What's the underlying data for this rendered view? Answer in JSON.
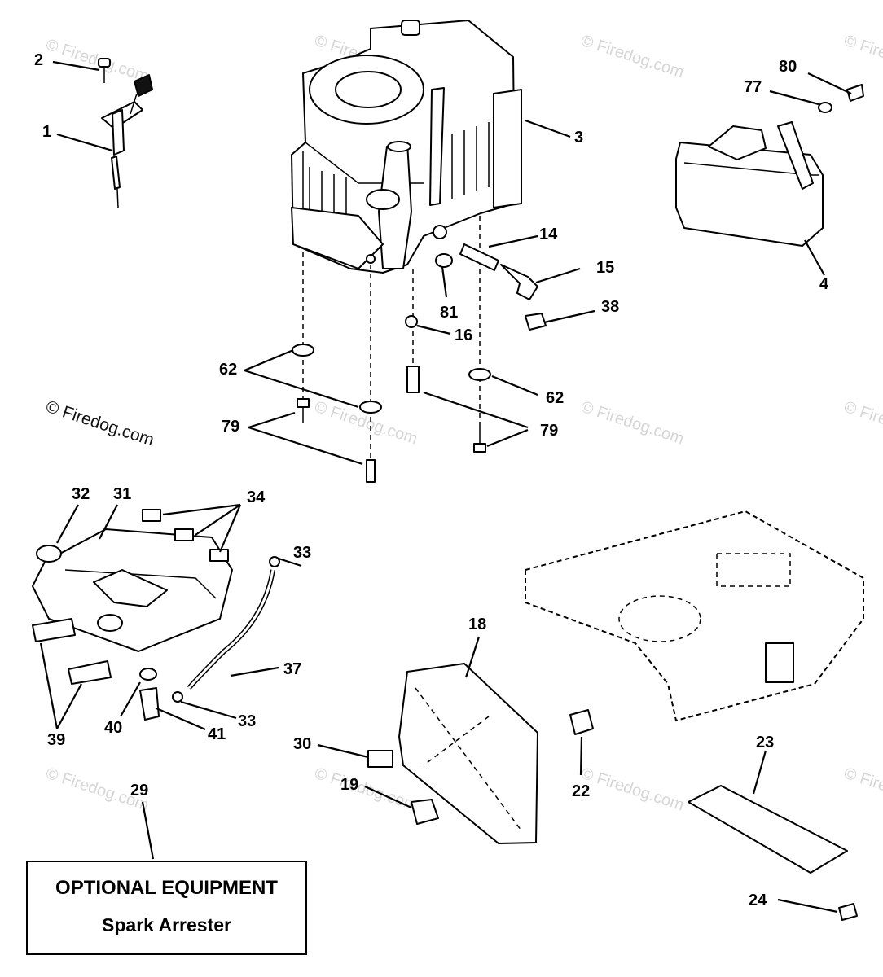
{
  "callouts": {
    "c1": "1",
    "c2": "2",
    "c3": "3",
    "c4": "4",
    "c14": "14",
    "c15": "15",
    "c16": "16",
    "c18": "18",
    "c19": "19",
    "c22": "22",
    "c23": "23",
    "c24": "24",
    "c29": "29",
    "c30": "30",
    "c31": "31",
    "c32": "32",
    "c33a": "33",
    "c33b": "33",
    "c34": "34",
    "c37": "37",
    "c38": "38",
    "c39": "39",
    "c40": "40",
    "c41": "41",
    "c62a": "62",
    "c62b": "62",
    "c77": "77",
    "c79a": "79",
    "c79b": "79",
    "c80": "80",
    "c81": "81"
  },
  "watermark": {
    "text": "© Firedog.com",
    "main_text": "© Firedog.com"
  },
  "optional_box": {
    "title": "OPTIONAL EQUIPMENT",
    "subtitle": "Spark Arrester"
  },
  "colors": {
    "ink": "#000000",
    "watermark": "#d6d6d6",
    "paper": "#ffffff"
  }
}
